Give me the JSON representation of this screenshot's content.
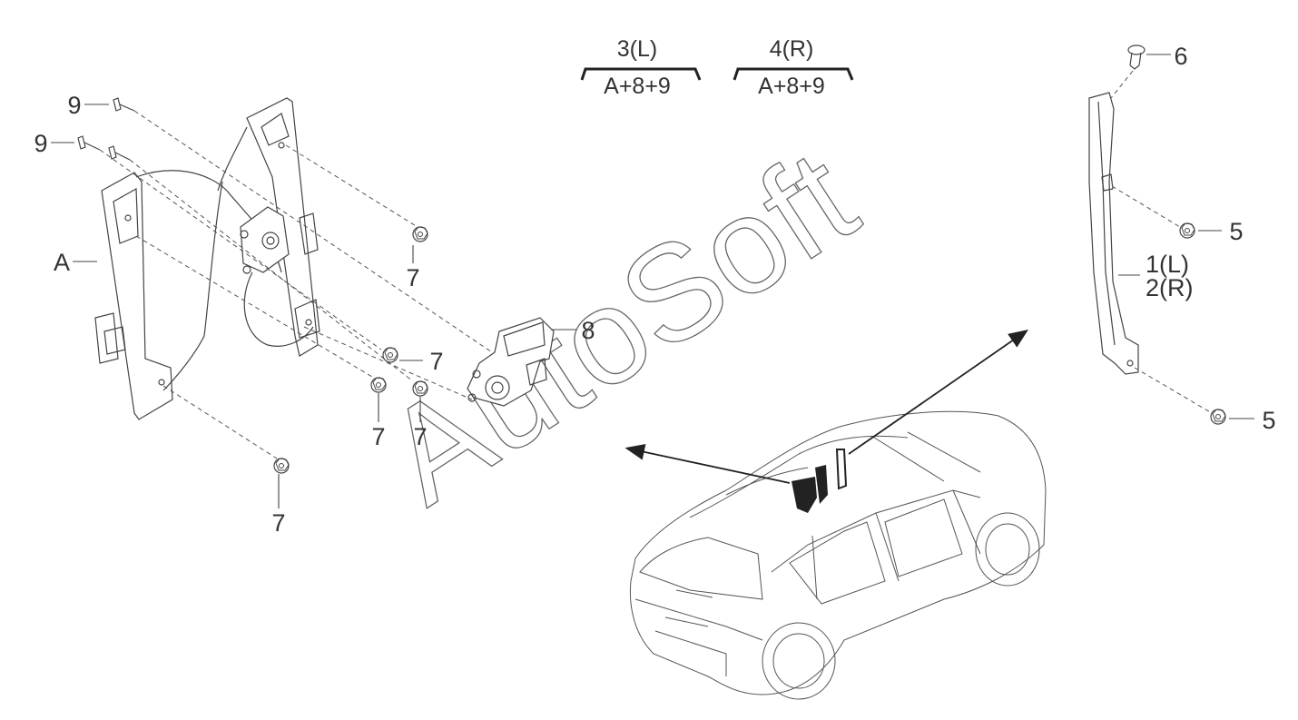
{
  "header": {
    "left_top": "3(L)",
    "left_bottom": "A+8+9",
    "right_top": "4(R)",
    "right_bottom": "A+8+9"
  },
  "callouts": {
    "nine_a": "9",
    "nine_b": "9",
    "a": "A",
    "seven_1": "7",
    "seven_2": "7",
    "seven_3": "7",
    "seven_4": "7",
    "seven_5": "7",
    "eight": "8",
    "six": "6",
    "five_1": "5",
    "five_2": "5",
    "one_l": "1(L)",
    "two_r": "2(R)"
  },
  "watermark": "AutoSoft"
}
